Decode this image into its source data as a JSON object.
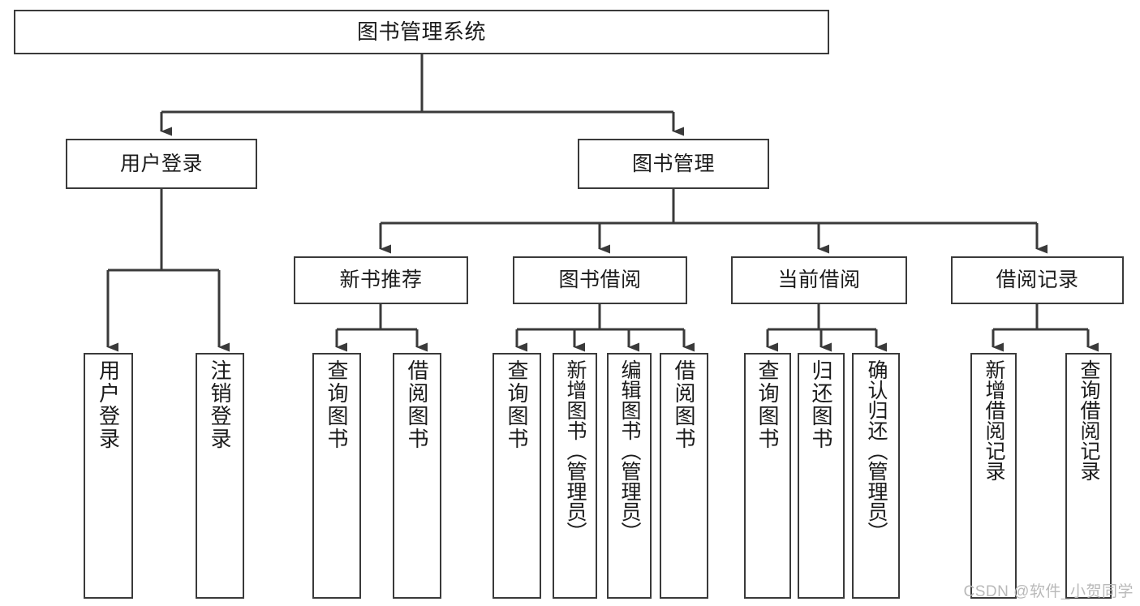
{
  "diagram": {
    "title": "图书管理系统",
    "type": "tree-structure-chart",
    "colors": {
      "stroke": "#3a3a3a",
      "fill": "#ffffff",
      "text": "#1b1b1b",
      "watermark": "#b9b9b9"
    },
    "nodes": {
      "root": {
        "label": "图书管理系统"
      },
      "level2": [
        {
          "id": "user-login",
          "label": "用户登录"
        },
        {
          "id": "book-management",
          "label": "图书管理"
        }
      ],
      "level3": [
        {
          "id": "new-book-recommend",
          "label": "新书推荐"
        },
        {
          "id": "book-borrow",
          "label": "图书借阅"
        },
        {
          "id": "current-borrow",
          "label": "当前借阅"
        },
        {
          "id": "borrow-record",
          "label": "借阅记录"
        }
      ],
      "leaves": {
        "user-login": [
          {
            "id": "leaf-user-login",
            "label": "用户登录"
          },
          {
            "id": "leaf-logout-login",
            "label": "注销登录"
          }
        ],
        "new-book-recommend": [
          {
            "id": "leaf-query-book-1",
            "label": "查询图书"
          },
          {
            "id": "leaf-borrow-book-1",
            "label": "借阅图书"
          }
        ],
        "book-borrow": [
          {
            "id": "leaf-query-book-2",
            "label": "查询图书"
          },
          {
            "id": "leaf-add-book",
            "label": "新增图书（管理员）"
          },
          {
            "id": "leaf-edit-book",
            "label": "编辑图书（管理员）"
          },
          {
            "id": "leaf-borrow-book-2",
            "label": "借阅图书"
          }
        ],
        "current-borrow": [
          {
            "id": "leaf-query-book-3",
            "label": "查询图书"
          },
          {
            "id": "leaf-return-book",
            "label": "归还图书"
          },
          {
            "id": "leaf-confirm-return",
            "label": "确认归还（管理员）"
          }
        ],
        "borrow-record": [
          {
            "id": "leaf-add-record",
            "label": "新增借阅记录"
          },
          {
            "id": "leaf-query-record",
            "label": "查询借阅记录"
          }
        ]
      }
    },
    "watermark": "CSDN @软件_小贺同学"
  }
}
